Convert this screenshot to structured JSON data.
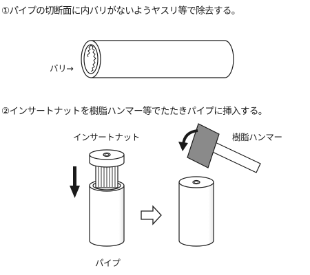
{
  "steps": [
    {
      "number": "①",
      "text": "パイプの切断面に内バリがないようヤスリ等で除去する。"
    },
    {
      "number": "②",
      "text": "インサートナットを樹脂ハンマー等でたたきパイプに挿入する。"
    }
  ],
  "labels": {
    "burr": "バリ→",
    "insert_nut": "インサートナット",
    "pipe": "パイプ",
    "resin_hammer": "樹脂ハンマー"
  },
  "colors": {
    "stroke": "#1a1a1a",
    "hammer_head": "#8a8a8a",
    "fill": "#ffffff"
  },
  "icons": [
    "down-arrow-icon",
    "curved-arrow-icon",
    "right-hollow-arrow-icon"
  ]
}
